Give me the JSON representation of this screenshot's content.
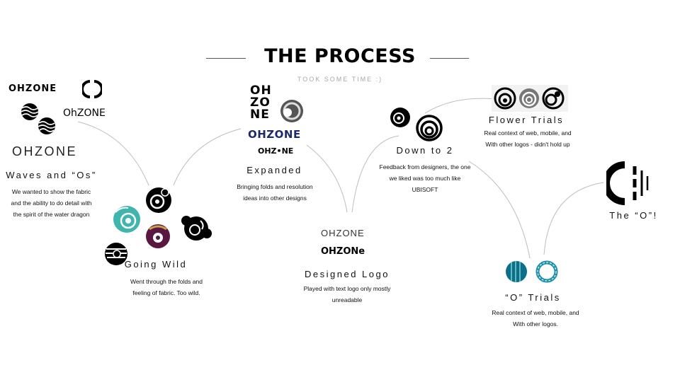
{
  "header": {
    "title": "THE PROCESS",
    "subtitle": "TOOK SOME TIME :)"
  },
  "stages": {
    "waves": {
      "title": "Waves and “Os”",
      "desc": [
        "We wanted to show the fabric",
        "and the ability to do detail with",
        "the spirit of the water dragon"
      ]
    },
    "going_wild": {
      "title": "Going Wild",
      "desc": [
        "Went through the folds and",
        "feeling of fabric. Too wild."
      ]
    },
    "expanded": {
      "title": "Expanded",
      "desc": [
        "Bringing folds and resolution",
        "ideas into other designs"
      ]
    },
    "designed_logo": {
      "title": "Designed Logo",
      "desc": [
        "Played with text logo only mostly",
        "unreadable"
      ]
    },
    "down_to_2": {
      "title": "Down to 2",
      "desc": [
        "Feedback from designers, the one",
        "we liked was too much like",
        "UBISOFT"
      ]
    },
    "flower_trials": {
      "title": "Flower Trials",
      "desc": [
        "Real context of web, mobile, and",
        "With other logos - didn't hold up"
      ]
    },
    "o_trials": {
      "title": "“O” Trials",
      "desc": [
        "Real context of web, mobile, and",
        "With other logos."
      ]
    },
    "the_o": {
      "title": "The “O”!"
    }
  },
  "logos": {
    "waves_word1": "OHZONE",
    "waves_word2": "OhZONE",
    "waves_word3": "OHZONE",
    "exp_stack": [
      "OH",
      "ZO",
      "NE"
    ],
    "exp_word1": "OHZONE",
    "exp_word2": "OHZ•NE",
    "designed_word1": "OHZONE",
    "designed_word2": "OHZONe"
  },
  "colors": {
    "accent_navy": "#1c2a6b",
    "teal": "#3fb5ad",
    "plum": "#5a1740",
    "gold": "#c9a24a",
    "ink": "#000000"
  }
}
